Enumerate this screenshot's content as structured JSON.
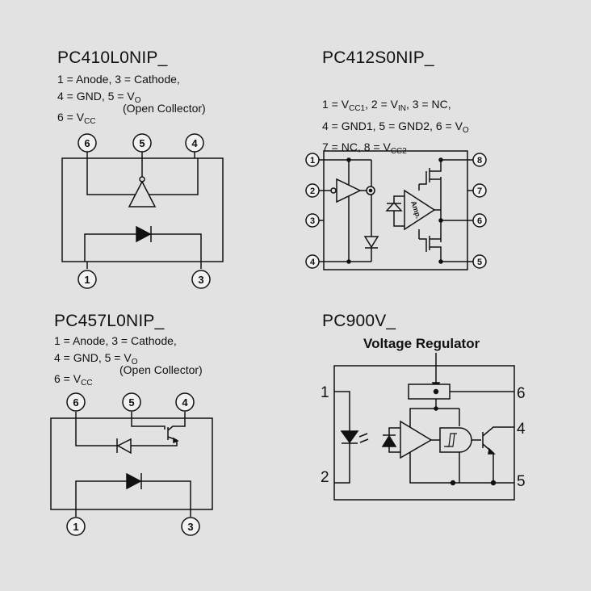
{
  "panels": [
    {
      "id": "pc410",
      "title": "PC410L0NIP_",
      "desc": [
        "1 = Anode, 3 = Cathode,",
        "4 = GND, 5 = V|O",
        "6 = V|CC"
      ],
      "note": "(Open Collector)",
      "pins_top": [
        "6",
        "5",
        "4"
      ],
      "pins_bottom": [
        "1",
        "3"
      ]
    },
    {
      "id": "pc412",
      "title": "PC412S0NIP_",
      "desc": [
        "1 = V|CC1|, 2 = V|IN|, 3 = NC,",
        "4 = GND1, 5 = GND2, 6 = V|O",
        "7 = NC, 8 = V|CC2"
      ],
      "pins_left": [
        "1",
        "2",
        "3",
        "4"
      ],
      "pins_right": [
        "8",
        "7",
        "6",
        "5"
      ],
      "amp_label": "Amp."
    },
    {
      "id": "pc457",
      "title": "PC457L0NIP_",
      "desc": [
        "1 = Anode, 3 = Cathode,",
        "4 = GND, 5 = V|O",
        "6 = V|CC"
      ],
      "note": "(Open Collector)",
      "pins_top": [
        "6",
        "5",
        "4"
      ],
      "pins_bottom": [
        "1",
        "3"
      ]
    },
    {
      "id": "pc900",
      "title": "PC900V_",
      "subtitle": "Voltage Regulator",
      "pins_left": [
        "1",
        "2"
      ],
      "pins_right": [
        "6",
        "4",
        "5"
      ]
    }
  ],
  "colors": {
    "background": "#e2e2e2",
    "ink": "#111111",
    "pin_fill": "#f2f2f2"
  }
}
